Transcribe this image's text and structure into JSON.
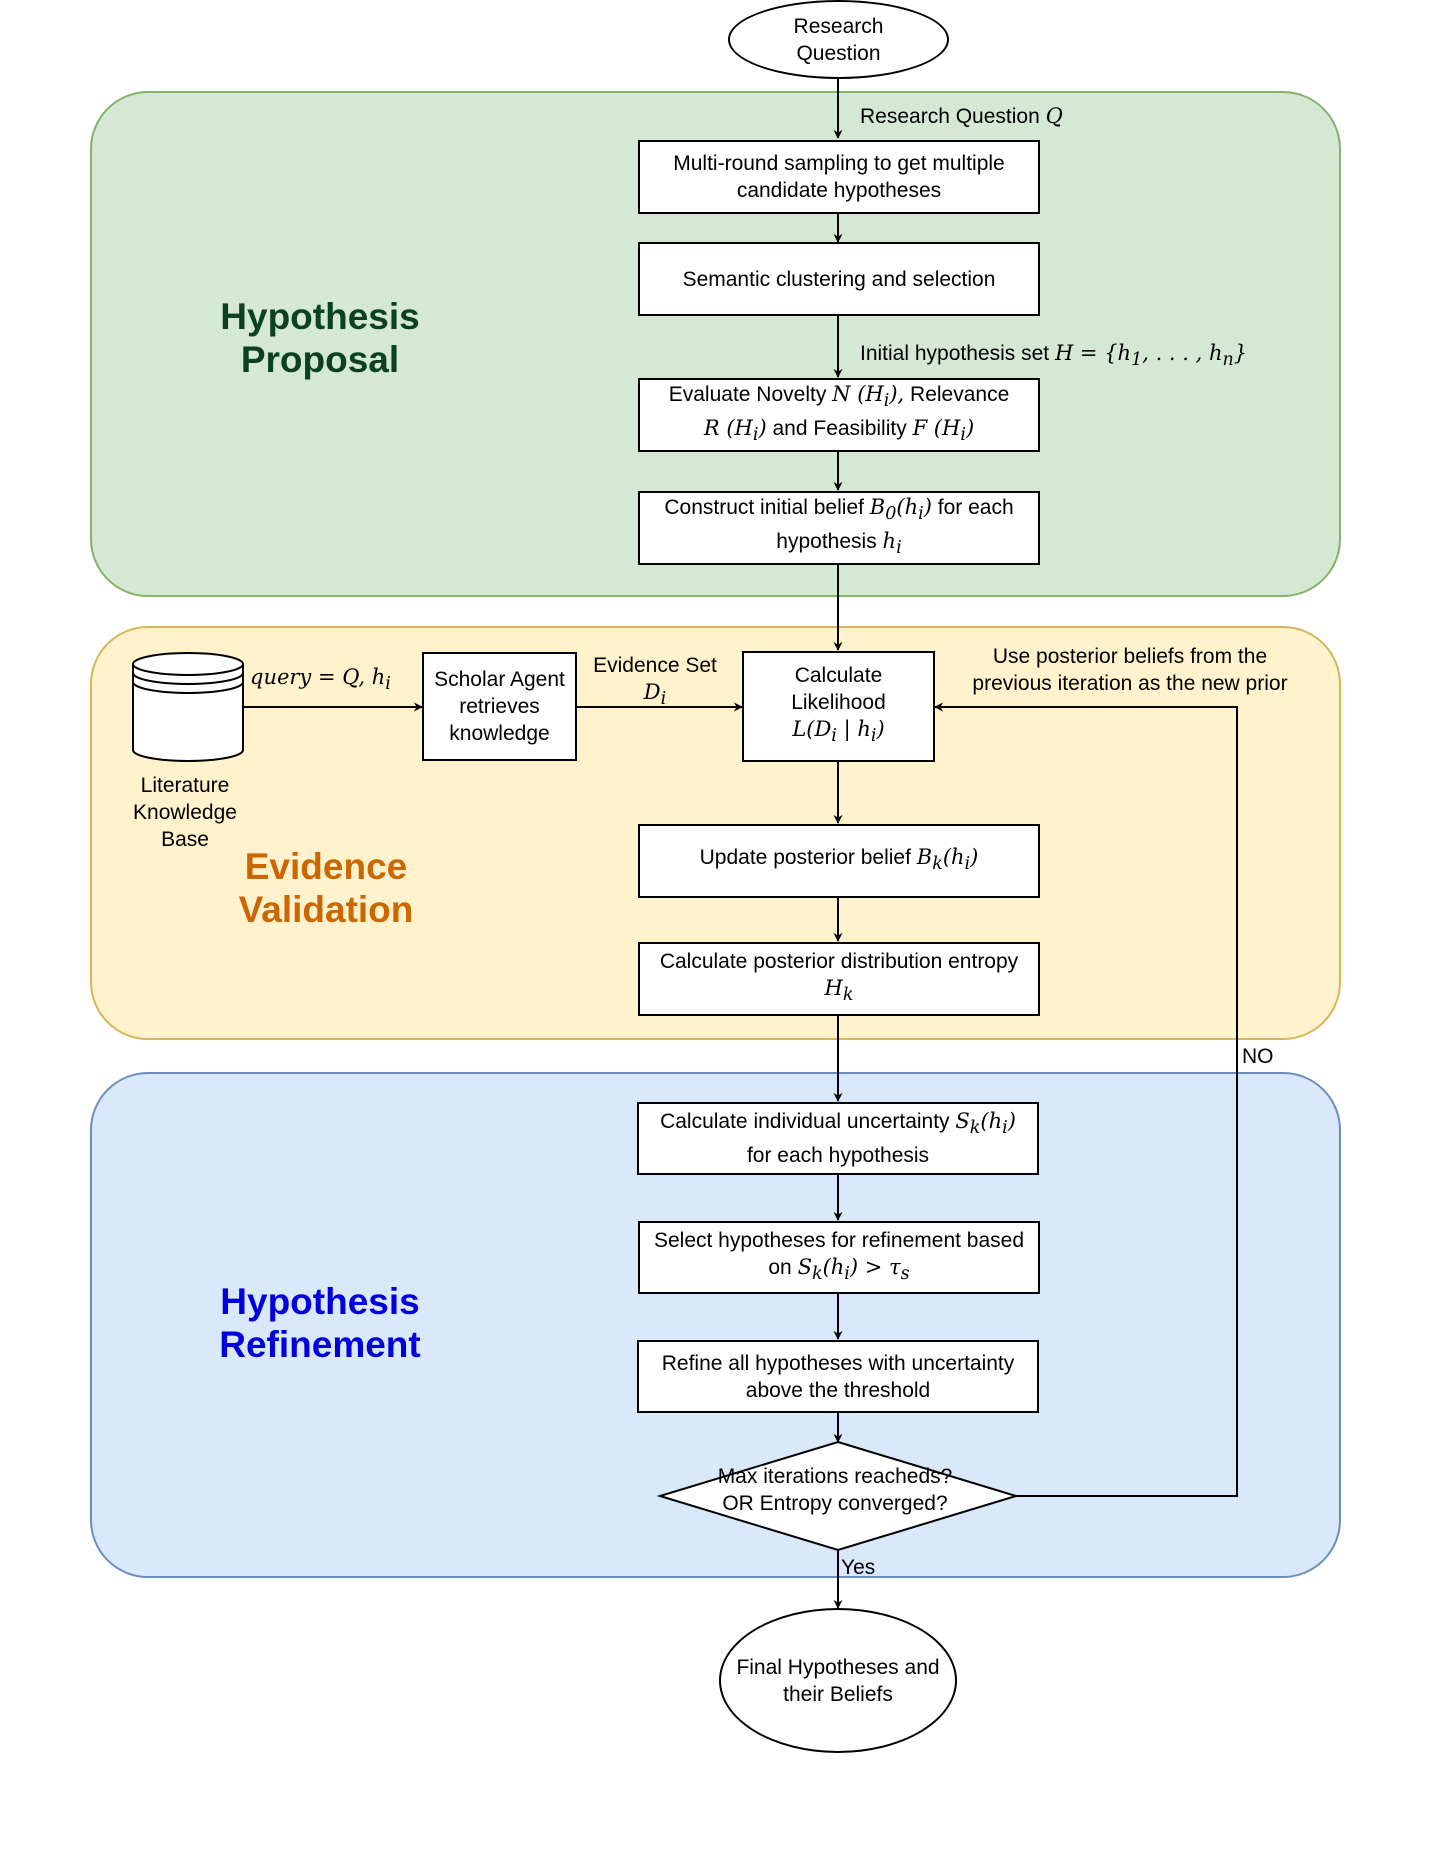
{
  "nodes": {
    "start": {
      "line1": "Research",
      "line2": "Question"
    },
    "sampling": {
      "line1": "Multi-round sampling to get multiple",
      "line2": "candidate hypotheses"
    },
    "clustering": {
      "text": "Semantic clustering and selection"
    },
    "evaluate": {
      "l1a": "Evaluate Novelty ",
      "l1m": "N (H",
      "l1s": "i",
      "l1m2": "),",
      "l1b": " Relevance",
      "l2m": "R (H",
      "l2s": "i",
      "l2m2": ")",
      "l2b": " and Feasibility ",
      "l2m3": "F (H",
      "l2s2": "i",
      "l2m4": ")"
    },
    "construct": {
      "l1a": "Construct initial belief ",
      "l1m": "B",
      "l1s": "0",
      "l1m2": "(h",
      "l1s2": "i",
      "l1m3": ")",
      "l1b": " for each",
      "l2a": "hypothesis ",
      "l2m": "h",
      "l2s": "i"
    },
    "scholar": {
      "line1": "Scholar Agent",
      "line2": "retrieves",
      "line3": "knowledge"
    },
    "likelihood": {
      "line1": "Calculate",
      "line2": "Likelihood",
      "m": "L(D",
      "s": "i",
      "m2": " | h",
      "s2": "i",
      "m3": ")"
    },
    "posterior": {
      "a": "Update posterior belief ",
      "m": "B",
      "s": "k",
      "m2": "(h",
      "s2": "i",
      "m3": ")"
    },
    "entropy": {
      "line1": "Calculate posterior distribution entropy",
      "m": "H",
      "s": "k"
    },
    "uncertainty": {
      "l1a": "Calculate individual uncertainty ",
      "l1m": "S",
      "l1s": "k",
      "l1m2": "(h",
      "l1s2": "i",
      "l1m3": ")",
      "line2": "for each hypothesis"
    },
    "select": {
      "line1": "Select hypotheses for refinement based",
      "l2a": "on ",
      "l2m": "S",
      "l2s": "k",
      "l2m2": "(h",
      "l2s2": "i",
      "l2m3": ") > τ",
      "l2s3": "s"
    },
    "refine": {
      "line1": "Refine all hypotheses with uncertainty",
      "line2": "above the threshold"
    },
    "decision": {
      "line1": "Max iterations reacheds?",
      "line2": "OR Entropy converged?"
    },
    "end": {
      "line1": "Final Hypotheses and",
      "line2": "their Beliefs"
    },
    "database": {
      "line1": "Literature",
      "line2": "Knowledge",
      "line3": "Base"
    }
  },
  "edge_labels": {
    "research_q": {
      "a": "Research Question ",
      "m": "Q"
    },
    "initial_set": {
      "a": "Initial hypothesis set ",
      "m": "H = {h",
      "s1": "1",
      "m2": ", . . . , h",
      "s2": "n",
      "m3": "}"
    },
    "query": {
      "m": "query = Q, h",
      "s": "i"
    },
    "evidence": {
      "line1": "Evidence Set",
      "m": "D",
      "s": "i"
    },
    "prior": {
      "line1": "Use posterior beliefs from the",
      "line2": "previous iteration as the new prior"
    },
    "no": "NO",
    "yes": "Yes"
  },
  "sections": {
    "proposal": {
      "line1": "Hypothesis",
      "line2": "Proposal",
      "color": "#0b4021"
    },
    "validation": {
      "line1": "Evidence",
      "line2": "Validation",
      "color": "#cc6600"
    },
    "refinement": {
      "line1": "Hypothesis",
      "line2": "Refinement",
      "color": "#0000dd"
    }
  },
  "colors": {
    "proposal_fill": "#d5e8d4",
    "proposal_border": "#82b366",
    "validation_fill": "#fff2cc",
    "validation_border": "#d6b656",
    "refinement_fill": "#dae8fc",
    "refinement_border": "#6c8ebf"
  }
}
